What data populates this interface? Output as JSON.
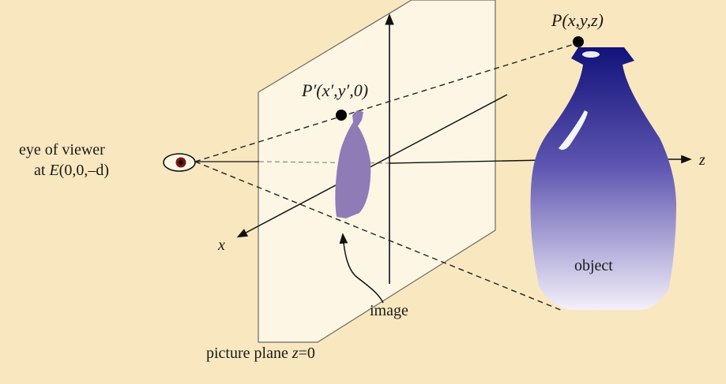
{
  "colors": {
    "background": "#f9e7bf",
    "plane_fill": "#fdf6e5",
    "plane_stroke": "#6f6a60",
    "axis": "#111111",
    "dashed": "#222222",
    "image_fill": "#8f7bb6",
    "vase_top": "#12127a",
    "vase_mid": "#5d55b0",
    "vase_bottom": "#f4f0fa",
    "eye_iris": "#7a1515"
  },
  "labels": {
    "point_p": {
      "prefix": "P",
      "args": "(x,y,z)"
    },
    "point_p_prime": {
      "prefix": "P′",
      "args": "(x′,y′,0)"
    },
    "eye_line1": "eye of viewer",
    "eye_line2_pre": "at ",
    "eye_line2_e": "E",
    "eye_line2_args": "(0,0,–d)",
    "axis_x": "x",
    "axis_z": "z",
    "image": "image",
    "object": "object",
    "plane_pre": "picture plane ",
    "plane_var": "z",
    "plane_post": "=0"
  },
  "icons": [
    "eye-icon",
    "arrow-head-icon"
  ]
}
